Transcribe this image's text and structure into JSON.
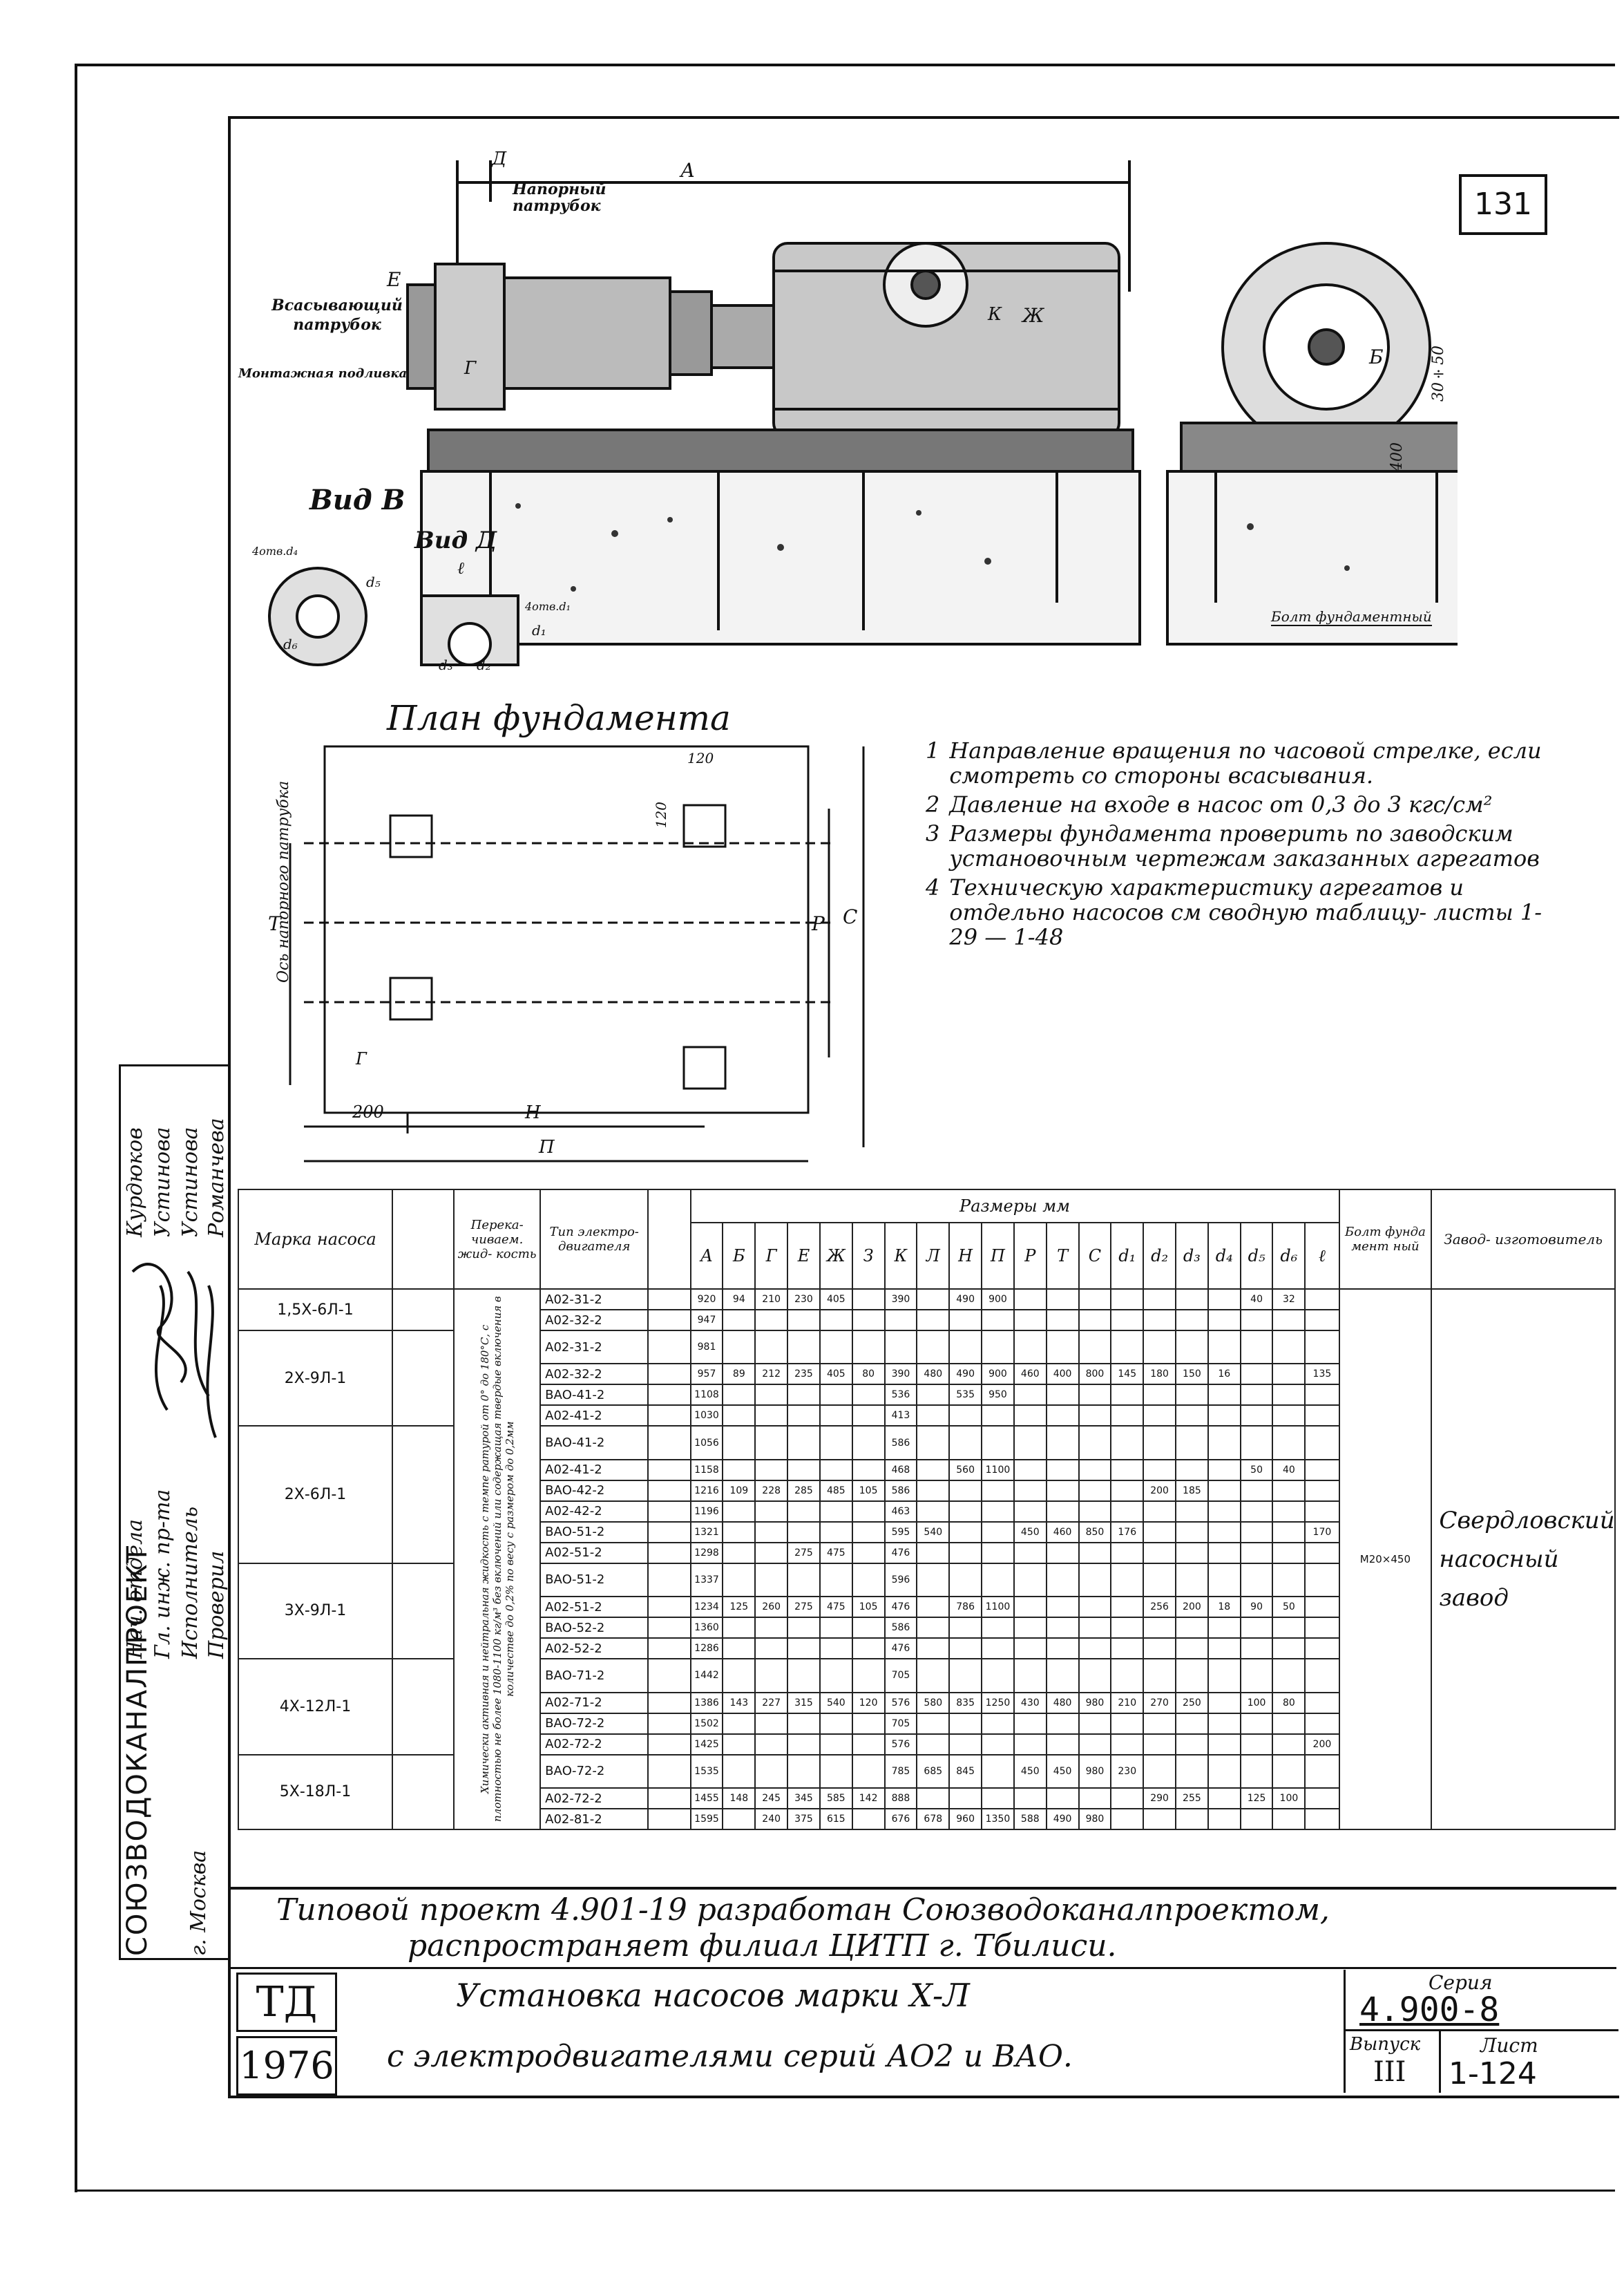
{
  "sheet_no": "131",
  "drawing_labels": {
    "dim_a": "А",
    "dim_d": "Д",
    "dim_e": "Е",
    "dim_g": "Г",
    "dim_zh": "Ж",
    "dim_b": "Б",
    "dim_k": "К",
    "dim_30_50": "30÷50",
    "dim_400": "400",
    "discharge_nozzle": "Напорный патрубок",
    "suction_nozzle": "Всасывающий патрубок",
    "mounting_shim": "Монтажная подливка",
    "view_b": "Вид В",
    "view_d": "Вид Д",
    "holes_d4": "4отв.d₄",
    "holes_d1": "4отв.d₁",
    "l_label": "ℓ",
    "d1": "d₁",
    "d2": "d₂",
    "d3": "d₃",
    "d5": "d₅",
    "d6": "d₆",
    "anchor_bolt": "Болт фундаментный"
  },
  "plan": {
    "title": "План фундамента",
    "dim_120_top": "120",
    "dim_120_side": "120",
    "axis_label": "Ось напорного патрубка",
    "t_label": "Т",
    "p_label": "Р",
    "c_label": "С",
    "g_label": "Г",
    "dim_200": "200",
    "h_label": "Н",
    "pi_label": "П"
  },
  "notes": [
    {
      "num": "1",
      "text": "Направление вращения по часовой стрелке, если смотреть со стороны всасывания."
    },
    {
      "num": "2",
      "text": "Давление на входе в насос от 0,3 до 3 кгс/см²"
    },
    {
      "num": "3",
      "text": "Размеры фундамента проверить по заводским установочным чертежам заказанных агрегатов"
    },
    {
      "num": "4",
      "text": "Техническую характеристику агрегатов и отдельно насосов см сводную таблицу- листы 1-29 — 1-48"
    }
  ],
  "side_stamp": {
    "names": [
      "Курдюков",
      "Устинова",
      "Устинова",
      "Романчева"
    ],
    "roles": [
      "Нач. отдела",
      "Гл. инж. пр-та",
      "Исполнитель",
      "Проверил"
    ],
    "org": "СОЮЗВОДОКАНАЛПРОЕКТ",
    "city": "г. Москва"
  },
  "table": {
    "head": {
      "mark": "Марка насоса",
      "liquid": "Перека- чиваем. жид- кость",
      "motor": "Тип электро- двигателя",
      "dims": "Размеры мм",
      "bolt": "Болт фунда мент ный",
      "maker": "Завод- изготовитель"
    },
    "dim_cols": [
      "А",
      "Б",
      "Г",
      "Е",
      "Ж",
      "З",
      "К",
      "Л",
      "Н",
      "П",
      "Р",
      "Т",
      "С",
      "d₁",
      "d₂",
      "d₃",
      "d₄",
      "d₅",
      "d₆",
      "ℓ"
    ],
    "liquid_text": "Химически активная и нейтральная жидкость с темпе ратурой от 0° до 180°С, с плотностью не более 1080-1100 кг/м³ без включений или содержащая твердые включения в количестве до 0,2% по весу с размером до 0,2мм",
    "bolt_value": "М20×450",
    "maker_value": "Свердловский насосный завод",
    "groups": [
      {
        "mark": "1,5Х-6Л-1",
        "rows": [
          {
            "motor": "А02-31-2",
            "A": "920",
            "B": "94",
            "G": "210",
            "E": "230",
            "Zh": "405",
            "K": "390",
            "H": "490",
            "P": "900",
            "d5": "40",
            "d6": "32"
          },
          {
            "motor": "А02-32-2",
            "A": "947"
          }
        ]
      },
      {
        "mark": "2Х-9Л-1",
        "rows": [
          {
            "motor": "А02-31-2",
            "A": "981"
          },
          {
            "motor": "А02-32-2",
            "A": "957",
            "B": "89",
            "G": "212",
            "E": "235",
            "Zh": "405",
            "Z": "80",
            "K": "390",
            "L": "480",
            "H": "490",
            "P": "900",
            "R": "460",
            "T": "400",
            "C": "800",
            "d1": "145",
            "d2": "180",
            "d3": "150",
            "d4": "16",
            "l": "135"
          },
          {
            "motor": "ВАО-41-2",
            "A": "1108",
            "K": "536",
            "H": "535",
            "P": "950"
          },
          {
            "motor": "А02-41-2",
            "A": "1030",
            "K": "413"
          }
        ]
      },
      {
        "mark": "2Х-6Л-1",
        "rows": [
          {
            "motor": "ВАО-41-2",
            "A": "1056",
            "K": "586"
          },
          {
            "motor": "А02-41-2",
            "A": "1158",
            "K": "468",
            "H": "560",
            "P": "1100",
            "d5": "50",
            "d6": "40"
          },
          {
            "motor": "ВАО-42-2",
            "A": "1216",
            "B": "109",
            "G": "228",
            "E": "285",
            "Zh": "485",
            "Z": "105",
            "K": "586",
            "d2": "200",
            "d3": "185"
          },
          {
            "motor": "А02-42-2",
            "A": "1196",
            "K": "463"
          },
          {
            "motor": "ВАО-51-2",
            "A": "1321",
            "K": "595",
            "L": "540",
            "R": "450",
            "T": "460",
            "C": "850",
            "d1": "176",
            "l": "170"
          },
          {
            "motor": "А02-51-2",
            "A": "1298",
            "E": "275",
            "Zh": "475",
            "K": "476"
          }
        ]
      },
      {
        "mark": "3Х-9Л-1",
        "rows": [
          {
            "motor": "ВАО-51-2",
            "A": "1337",
            "K": "596"
          },
          {
            "motor": "А02-51-2",
            "A": "1234",
            "B": "125",
            "G": "260",
            "E": "275",
            "Zh": "475",
            "Z": "105",
            "K": "476",
            "H": "786",
            "P": "1100",
            "d2": "256",
            "d3": "200",
            "d4": "18",
            "d5": "90",
            "d6": "50"
          },
          {
            "motor": "ВАО-52-2",
            "A": "1360",
            "K": "586"
          },
          {
            "motor": "А02-52-2",
            "A": "1286",
            "K": "476"
          }
        ]
      },
      {
        "mark": "4Х-12Л-1",
        "rows": [
          {
            "motor": "ВАО-71-2",
            "A": "1442",
            "K": "705"
          },
          {
            "motor": "А02-71-2",
            "A": "1386",
            "B": "143",
            "G": "227",
            "E": "315",
            "Zh": "540",
            "Z": "120",
            "K": "576",
            "L": "580",
            "H": "835",
            "P": "1250",
            "R": "430",
            "T": "480",
            "C": "980",
            "d1": "210",
            "d2": "270",
            "d3": "250",
            "d5": "100",
            "d6": "80"
          },
          {
            "motor": "ВАО-72-2",
            "A": "1502",
            "K": "705"
          },
          {
            "motor": "А02-72-2",
            "A": "1425",
            "K": "576",
            "l": "200"
          }
        ]
      },
      {
        "mark": "5Х-18Л-1",
        "rows": [
          {
            "motor": "ВАО-72-2",
            "A": "1535",
            "K": "785",
            "L": "685",
            "H": "845",
            "R": "450",
            "T": "450",
            "C": "980",
            "d1": "230"
          },
          {
            "motor": "А02-72-2",
            "A": "1455",
            "B": "148",
            "G": "245",
            "E": "345",
            "Zh": "585",
            "Z": "142",
            "K": "888",
            "d2": "290",
            "d3": "255",
            "d5": "125",
            "d6": "100"
          },
          {
            "motor": "А02-81-2",
            "A": "1595",
            "G": "240",
            "E": "375",
            "Zh": "615",
            "K": "676",
            "L": "678",
            "H": "960",
            "P": "1350",
            "R": "588",
            "T": "490",
            "C": "980"
          }
        ]
      }
    ]
  },
  "footer": {
    "line1": "Типовой проект 4.901-19 разработан Союзводоканалпроектом,",
    "line2": "распространяет филиал ЦИТП г. Тбилиси.",
    "td": "ТД",
    "year": "1976",
    "title1": "Установка насосов марки Х-Л",
    "title2": "с электродвигателями серий АО2 и ВАО.",
    "series_label": "Серия",
    "series_value": "4.900-8",
    "issue_label": "Выпуск",
    "issue_value": "III",
    "sheet_label": "Лист",
    "sheet_value": "1-124"
  }
}
